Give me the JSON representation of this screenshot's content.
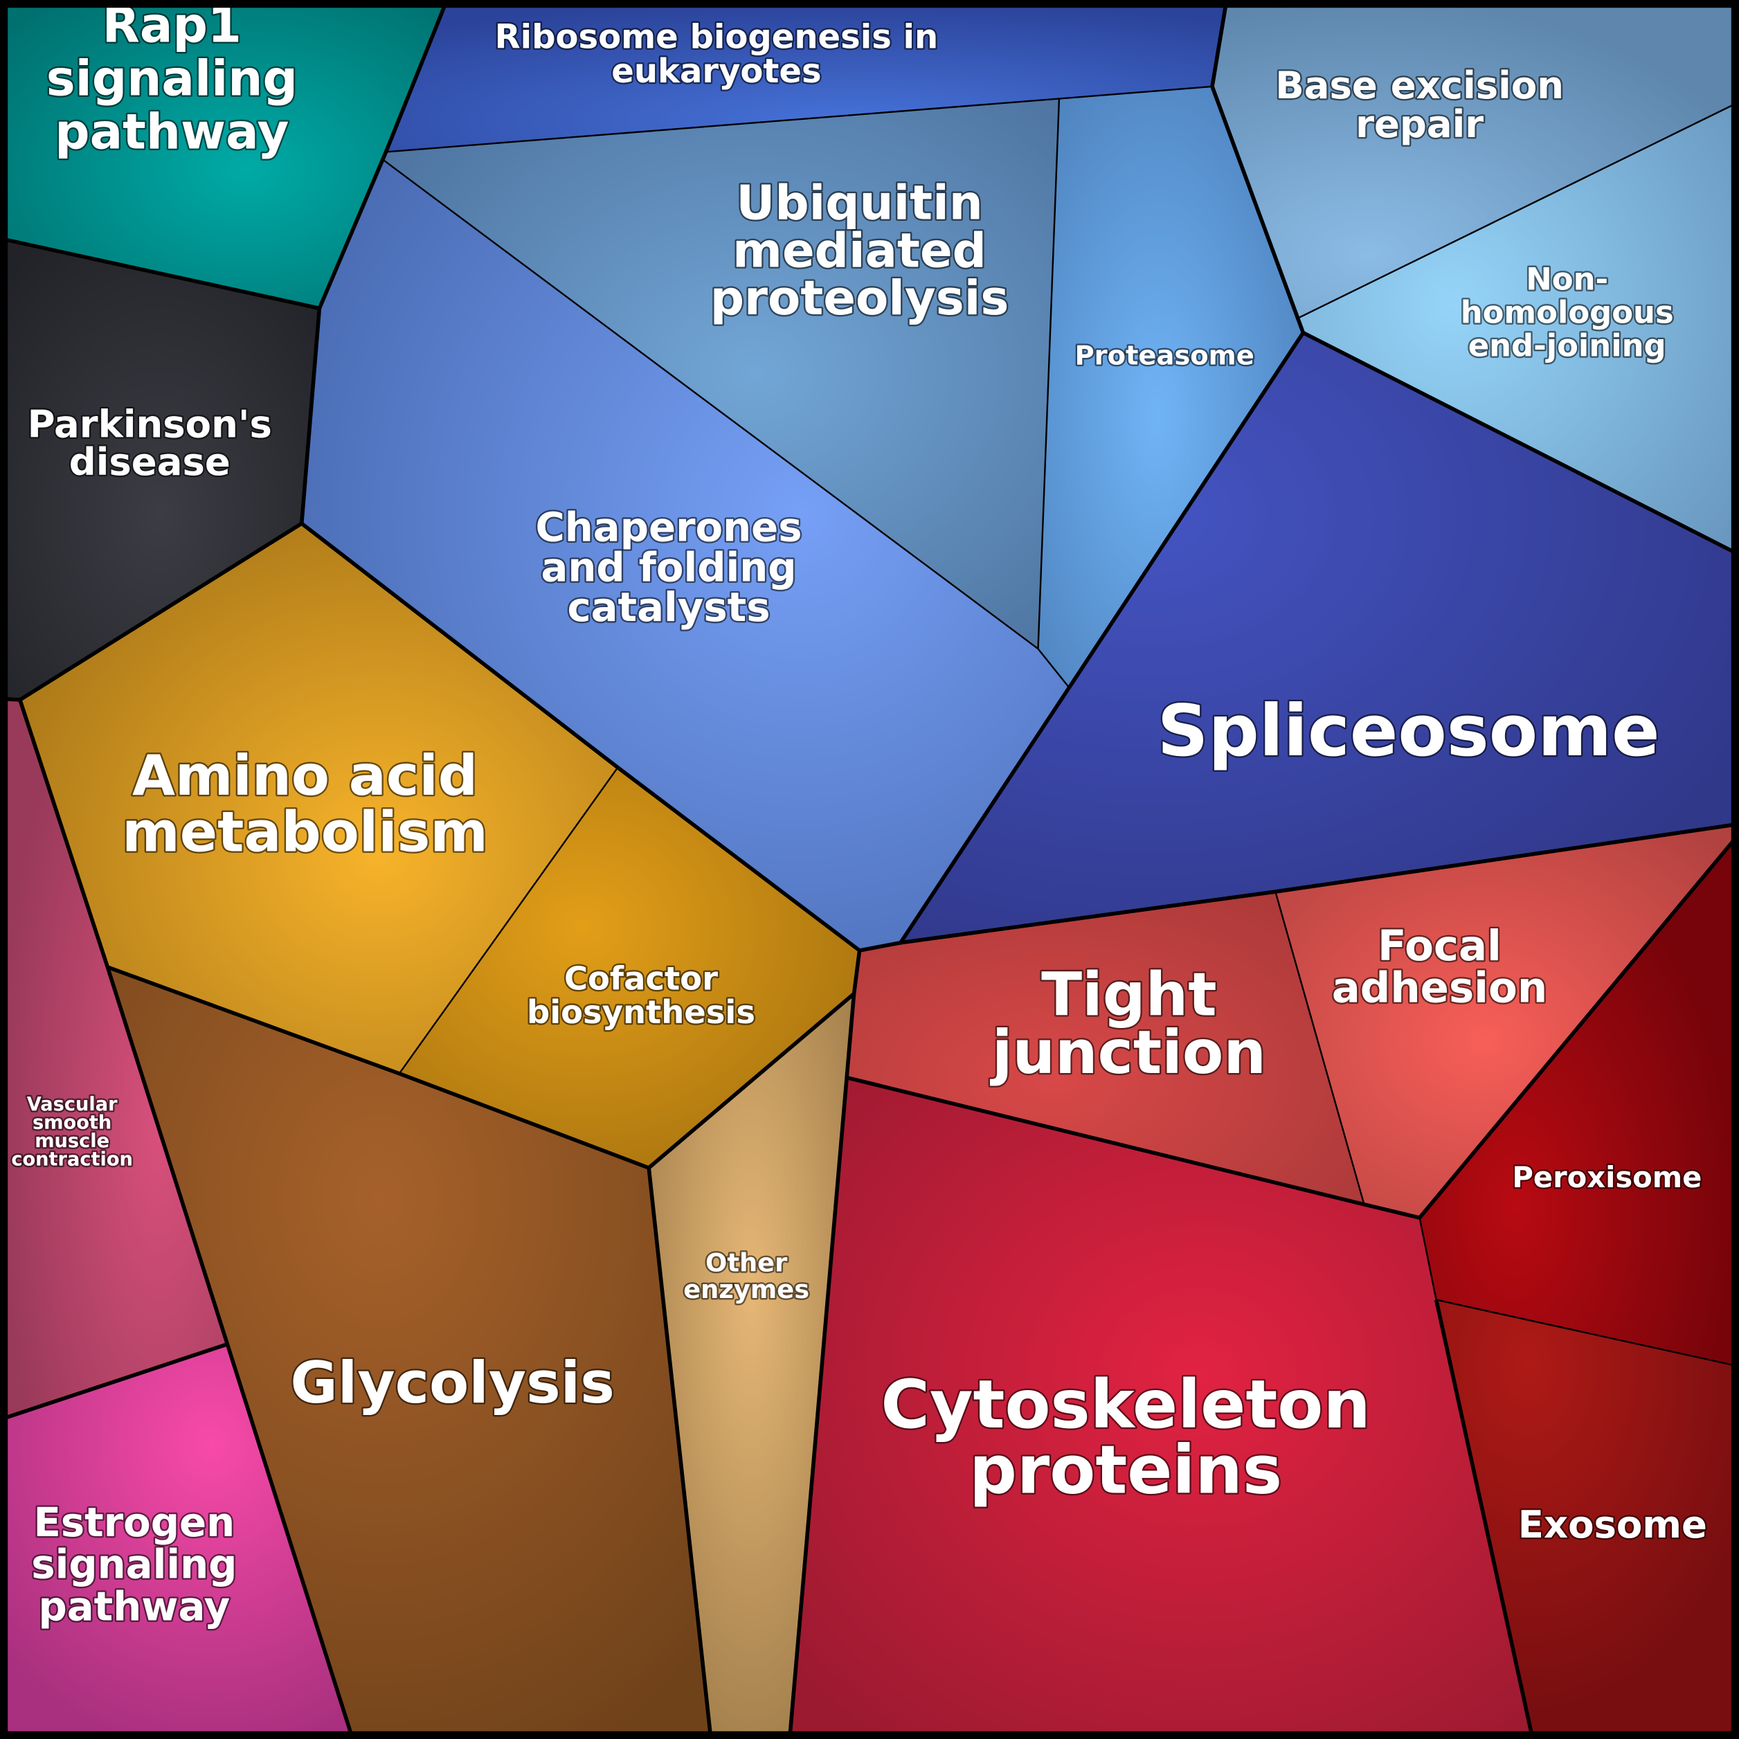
{
  "diagram": {
    "type": "voronoi-treemap",
    "cells": [
      {
        "id": "rap1",
        "lines": [
          "Rap1",
          "signaling",
          "pathway"
        ],
        "color": "#008a88",
        "group": "teal"
      },
      {
        "id": "ribosome",
        "lines": [
          "Ribosome biogenesis in",
          "eukaryotes"
        ],
        "color": "#3353b0",
        "group": "blue"
      },
      {
        "id": "base-excision",
        "lines": [
          "Base excision",
          "repair"
        ],
        "color": "#6f9bc0",
        "group": "blue"
      },
      {
        "id": "non-homologous",
        "lines": [
          "Non-",
          "homologous",
          "end-joining"
        ],
        "color": "#7fb8e0",
        "group": "blue"
      },
      {
        "id": "ubiquitin",
        "lines": [
          "Ubiquitin",
          "mediated",
          "proteolysis"
        ],
        "color": "#5a86b0",
        "group": "blue"
      },
      {
        "id": "proteasome",
        "lines": [
          "Proteasome"
        ],
        "color": "#5a92d0",
        "group": "blue"
      },
      {
        "id": "chaperones",
        "lines": [
          "Chaperones",
          "and folding",
          "catalysts"
        ],
        "color": "#5a80cc",
        "group": "blue"
      },
      {
        "id": "spliceosome",
        "lines": [
          "Spliceosome"
        ],
        "color": "#3a469e",
        "group": "blue"
      },
      {
        "id": "parkinsons",
        "lines": [
          "Parkinson's",
          "disease"
        ],
        "color": "#2c2d33",
        "group": "dark"
      },
      {
        "id": "amino-acid",
        "lines": [
          "Amino acid",
          "metabolism"
        ],
        "color": "#c08a1e",
        "group": "orange"
      },
      {
        "id": "cofactor",
        "lines": [
          "Cofactor",
          "biosynthesis"
        ],
        "color": "#bf820f",
        "group": "orange"
      },
      {
        "id": "glycolysis",
        "lines": [
          "Glycolysis"
        ],
        "color": "#8a5020",
        "group": "brown"
      },
      {
        "id": "other-enzymes",
        "lines": [
          "Other",
          "enzymes"
        ],
        "color": "#c59e60",
        "group": "tan"
      },
      {
        "id": "vascular",
        "lines": [
          "Vascular",
          "smooth",
          "muscle",
          "contraction"
        ],
        "color": "#b04268",
        "group": "pink"
      },
      {
        "id": "estrogen",
        "lines": [
          "Estrogen",
          "signaling",
          "pathway"
        ],
        "color": "#c23a98",
        "group": "pink"
      },
      {
        "id": "tight-junction",
        "lines": [
          "Tight",
          "junction"
        ],
        "color": "#c04444",
        "group": "red"
      },
      {
        "id": "focal-adhesion",
        "lines": [
          "Focal",
          "adhesion"
        ],
        "color": "#d4524e",
        "group": "red"
      },
      {
        "id": "peroxisome",
        "lines": [
          "Peroxisome"
        ],
        "color": "#9a0810",
        "group": "red"
      },
      {
        "id": "exosome",
        "lines": [
          "Exosome"
        ],
        "color": "#8e1214",
        "group": "red"
      },
      {
        "id": "cytoskeleton",
        "lines": [
          "Cytoskeleton",
          "proteins"
        ],
        "color": "#be1e36",
        "group": "red"
      }
    ]
  }
}
